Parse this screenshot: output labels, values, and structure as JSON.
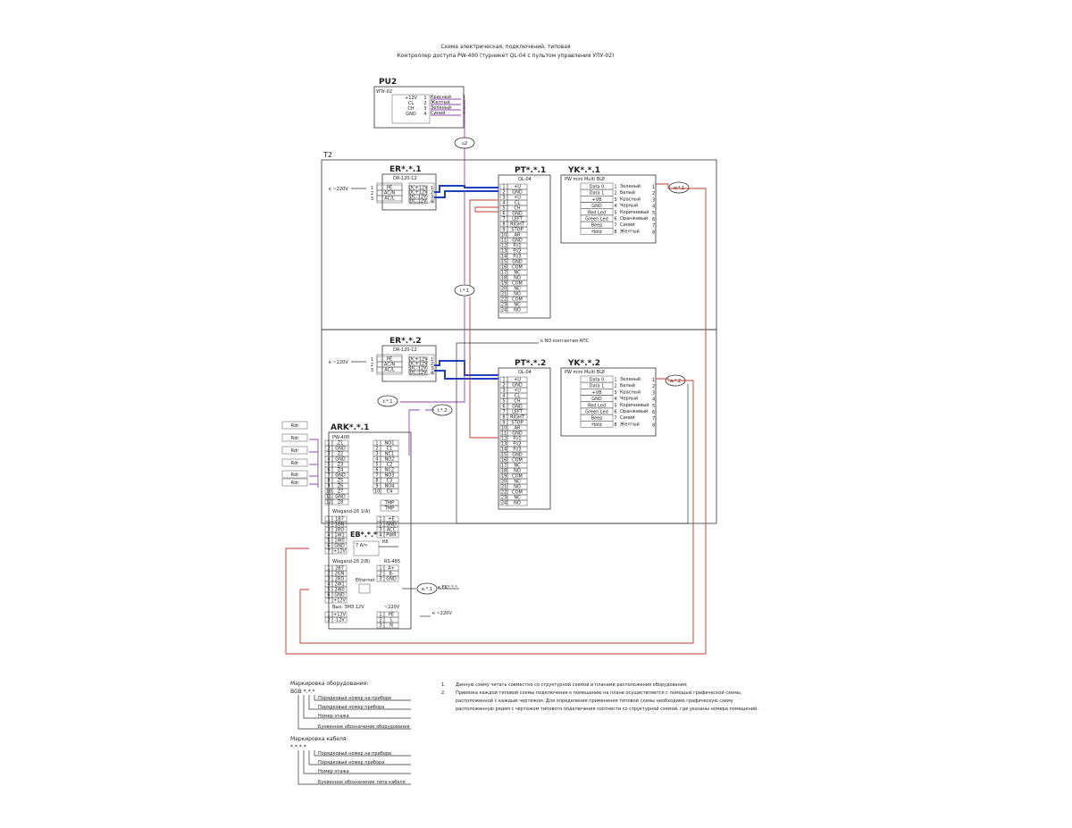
{
  "title": {
    "line1": "Схема электрическая, подключений, типовая",
    "line2": "Контроллер доступа PW-400 (турникет QL-04 с пультом управления УПУ-02)"
  },
  "zone": {
    "label": "T2"
  },
  "pu2": {
    "title": "PU2",
    "model": "УПУ-02",
    "pins": [
      {
        "label": "+12V",
        "num": "1",
        "color_name": "Красный",
        "term": "1"
      },
      {
        "label": "CL",
        "num": "2",
        "color_name": "Желтый",
        "term": "2"
      },
      {
        "label": "CH",
        "num": "3",
        "color_name": "Зеленый",
        "term": "3"
      },
      {
        "label": "GND",
        "num": "4",
        "color_name": "Синий",
        "term": "4"
      }
    ]
  },
  "er1": {
    "title": "ER*.*.1",
    "model": "DR-120-12",
    "supply": "к ~220V",
    "inputs": [
      "PE",
      "AC/N",
      "AC/L"
    ],
    "input_nums": [
      "1",
      "2",
      "3"
    ],
    "outputs": [
      "DC+12V",
      "DC+12V",
      "DC-12V",
      "DC-12V"
    ],
    "output_nums": [
      "1",
      "2",
      "3",
      "4"
    ]
  },
  "er2": {
    "title": "ER*.*.2",
    "model": "DR-120-12",
    "supply": "к ~220V",
    "inputs": [
      "PE",
      "AC/N",
      "AC/L"
    ],
    "input_nums": [
      "1",
      "2",
      "3"
    ],
    "outputs": [
      "DC+12V",
      "DC+12V",
      "DC-12V",
      "DC-12V"
    ],
    "output_nums": [
      "1",
      "2",
      "3",
      "4"
    ]
  },
  "pt_pins": [
    "+U",
    "GND",
    "+U",
    "CL",
    "CH",
    "GND",
    "LEFT",
    "RIGHT",
    "STOP",
    "AR",
    "GND",
    "FI/1",
    "FI/2",
    "FI/3",
    "GND",
    "COM",
    "NC",
    "NO",
    "COM",
    "NC",
    "NO",
    "COM",
    "NC",
    "NO"
  ],
  "pt1": {
    "title": "PT*.*.1",
    "model": "QL-04"
  },
  "pt2": {
    "title": "PT*.*.2",
    "model": "QL-04"
  },
  "yk_pins": [
    {
      "label": "Data 0",
      "num": "1",
      "color_name": "Зеленый"
    },
    {
      "label": "Data 1",
      "num": "2",
      "color_name": "Белый"
    },
    {
      "label": "+VB",
      "num": "3",
      "color_name": "Красный"
    },
    {
      "label": "GND",
      "num": "4",
      "color_name": "Черный"
    },
    {
      "label": "Red Led",
      "num": "5",
      "color_name": "Коричневый"
    },
    {
      "label": "Green Led",
      "num": "6",
      "color_name": "Оранжевый"
    },
    {
      "label": "Beep",
      "num": "7",
      "color_name": "Синий"
    },
    {
      "label": "Hold",
      "num": "8",
      "color_name": "Желтый"
    }
  ],
  "yk1": {
    "title": "YK*.*.1",
    "model": "PW mini Multi BLE"
  },
  "yk2": {
    "title": "YK*.*.2",
    "model": "PW mini Multi BLE"
  },
  "ark": {
    "title": "ARK*.*.1",
    "model": "PW-400",
    "left_pins": [
      "Z1",
      "GND",
      "Z2",
      "GND",
      "Z3",
      "Z4",
      "GND",
      "Z5",
      "Z6",
      "Z7",
      "GND",
      "Z8"
    ],
    "right_pins": [
      "NO1",
      "C1",
      "NC1",
      "NO2",
      "C2",
      "NC2",
      "NO3",
      "C3",
      "NO4",
      "C4"
    ],
    "tmp": [
      "TMP",
      "TMP"
    ],
    "wiegand1": "Wiegand-26 1(A)",
    "w1_pins": [
      "1B7",
      "1GN",
      "1RD",
      "1W1",
      "1W0",
      "GND",
      "+12V"
    ],
    "aux_pins": [
      "+E",
      "GND",
      "ACC",
      "PWR"
    ],
    "wiegand2": "Wiegand-26 2(B)",
    "w2_pins": [
      "2B7",
      "2GN",
      "2RD",
      "2W1",
      "2W0",
      "GND",
      "+12V"
    ],
    "rs485": "RS-485",
    "rs_pins": [
      "A+",
      "B-",
      "GND"
    ],
    "ethernet": "Ethernet",
    "out": "Вых. ЗМЗ 12V",
    "pwr_pins": [
      "+12V",
      "-12V"
    ],
    "in220": "~220V",
    "mains_pins": [
      "PE",
      "L",
      "N"
    ]
  },
  "eb": {
    "title": "EB*.*.*",
    "label": "7 A/ч",
    "kb": "Кб"
  },
  "readers": [
    "Rdr",
    "Rdr",
    "Rdr",
    "Rdr",
    "Rdr",
    "Rdr"
  ],
  "cable_tags": {
    "u2": "u2",
    "i11": "i.*.1",
    "w1": "w.*.1",
    "w2": "w.*.2",
    "t1": "t.*.1",
    "t2": "t.*.2",
    "e1": "e.*.1"
  },
  "annotations": {
    "aps": "к NO контактам АПС",
    "mains": "к ~220V",
    "ek": "к EK*.*.*"
  },
  "legend_equipment": {
    "title": "Маркировка оборудования:",
    "code": "BGB *.*.*",
    "items": [
      "Порядковый номер на приборе",
      "Порядковый номер прибора",
      "Номер этажа",
      "Буквенное обозначение оборудования"
    ]
  },
  "legend_cable": {
    "title": "Маркировка кабеля:",
    "code": "*.*.*.*",
    "items": [
      "Порядковый номер на приборе",
      "Порядковый номер прибора",
      "Номер этажа",
      "Буквенное обозначение типа кабеля"
    ]
  },
  "notes": [
    {
      "number": "1.",
      "text": "Данную схему читать совместно со структурной схемой и планами расположения оборудования;"
    },
    {
      "number": "2.",
      "lines": [
        "Привязка каждой типовой схемы подключения к помещению на плане осуществляется с помощью графической схемы,",
        "расположенной с каждым чертежом. Для определения применения типовой схемы необходимо графическую схему",
        "расположенную рядом с чертежом типового подключения соотнести со структурной схемой, где указаны номера помещений."
      ]
    }
  ]
}
